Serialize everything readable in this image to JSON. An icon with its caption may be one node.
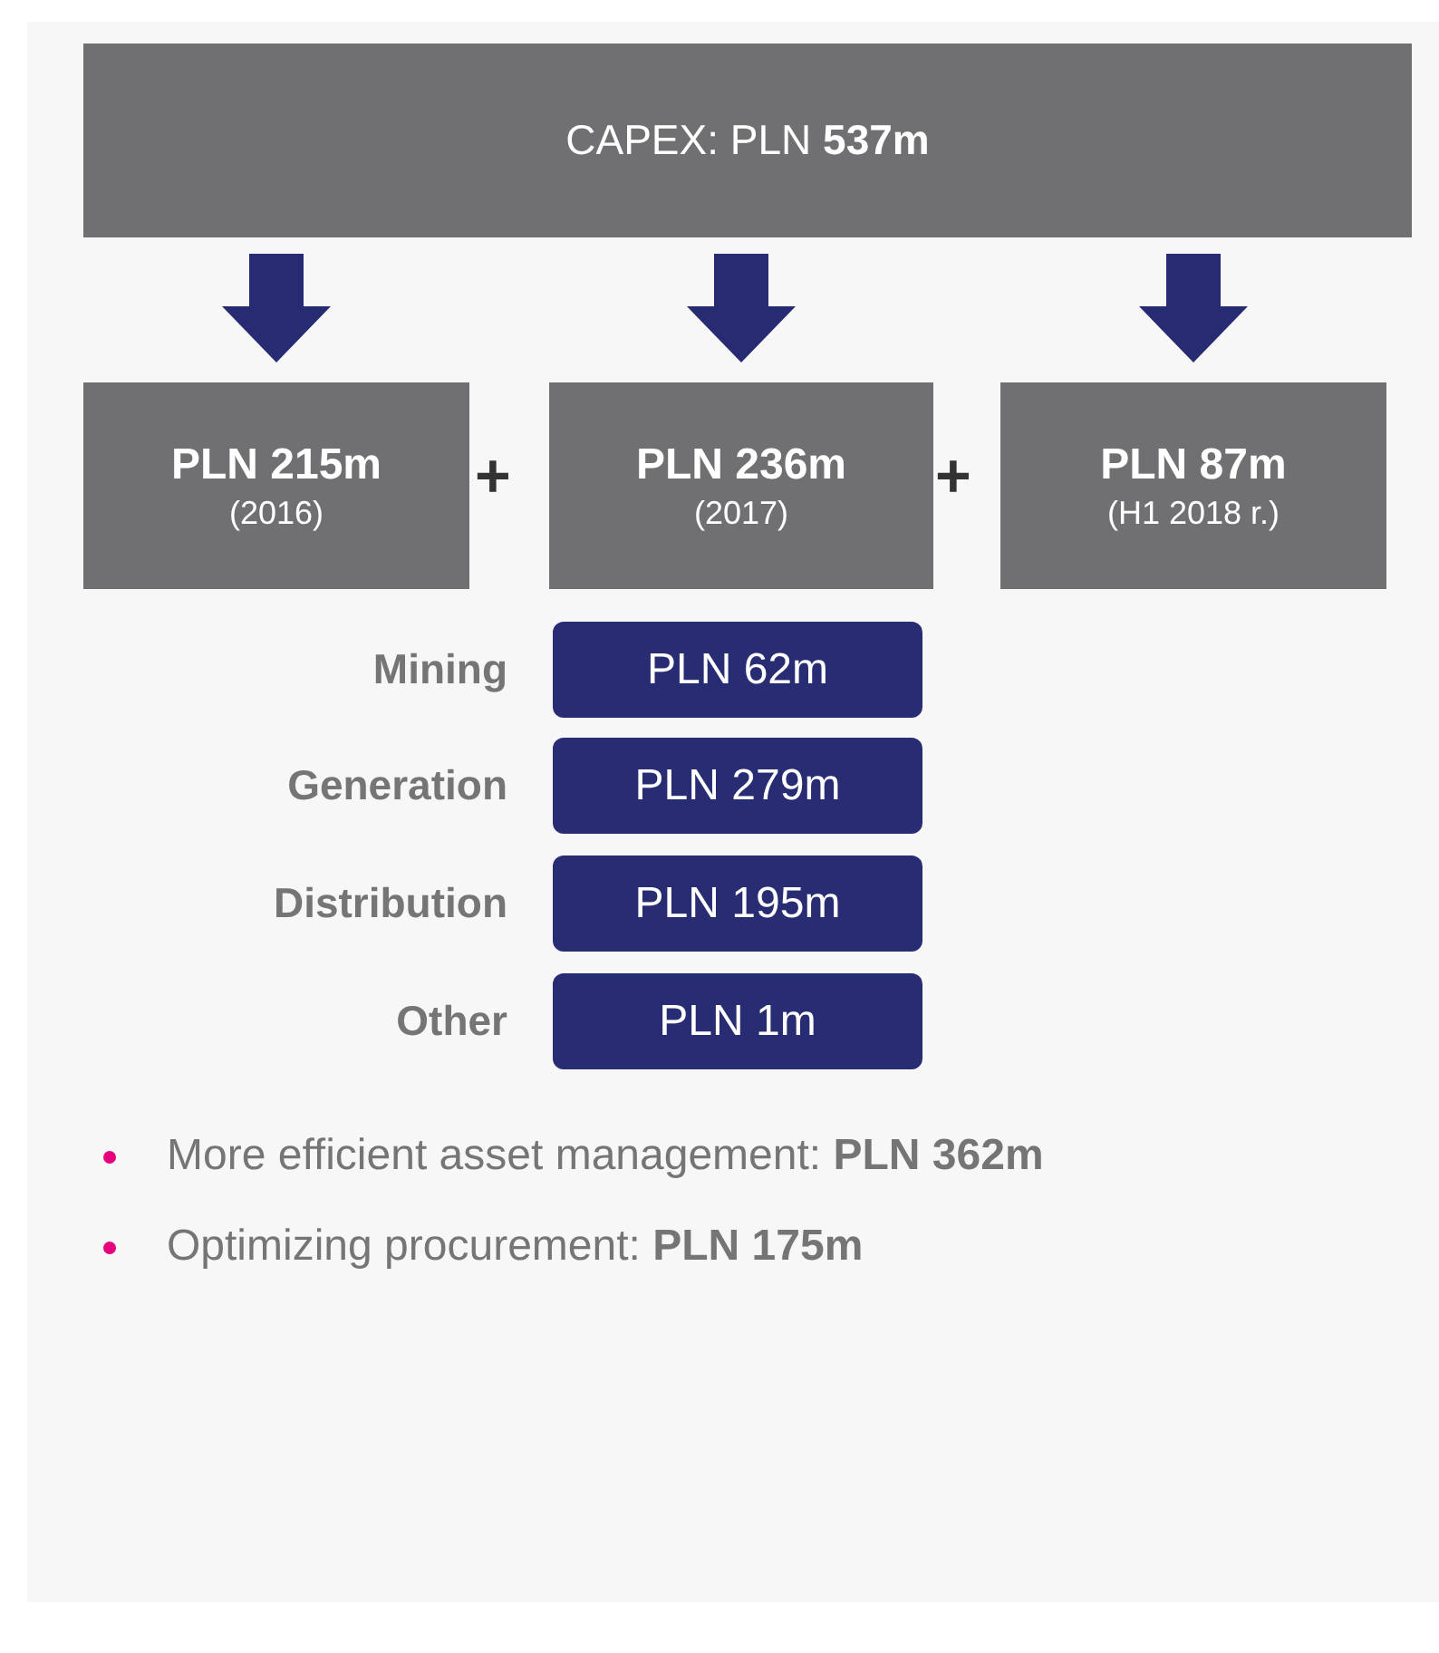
{
  "diagram": {
    "nodes": [
      {
        "text": [
          "CAPEX: PLN **537m**"
        ]
      },
      {
        "text": [
          "PLN 215m",
          "(2016)"
        ]
      },
      {
        "text": [
          "PLN 236m",
          "(2017)"
        ]
      },
      {
        "text": [
          "PLN 87m",
          "(H1 2018 r.)"
        ]
      },
      {
        "text": [
          "PLN 62m"
        ],
        "beside": [
          "Mining"
        ]
      },
      {
        "text": [
          "PLN 279m"
        ],
        "beside": [
          "Generation"
        ]
      },
      {
        "text": [
          "PLN 195m"
        ],
        "beside": [
          "Distribution"
        ]
      },
      {
        "text": [
          "PLN 1m"
        ],
        "beside": [
          "Other"
        ]
      }
    ],
    "edges": [
      {
        "from": 0,
        "to": 1,
        "arrow": "to",
        "style": "thick"
      },
      {
        "from": 0,
        "to": 2,
        "arrow": "to",
        "style": "thick"
      },
      {
        "from": 0,
        "to": 3,
        "arrow": "to",
        "style": "thick"
      }
    ],
    "labels": [
      "+",
      "+",
      "More efficient asset management: **PLN 362m**",
      "Optimizing procurement: **PLN 175m**"
    ]
  }
}
